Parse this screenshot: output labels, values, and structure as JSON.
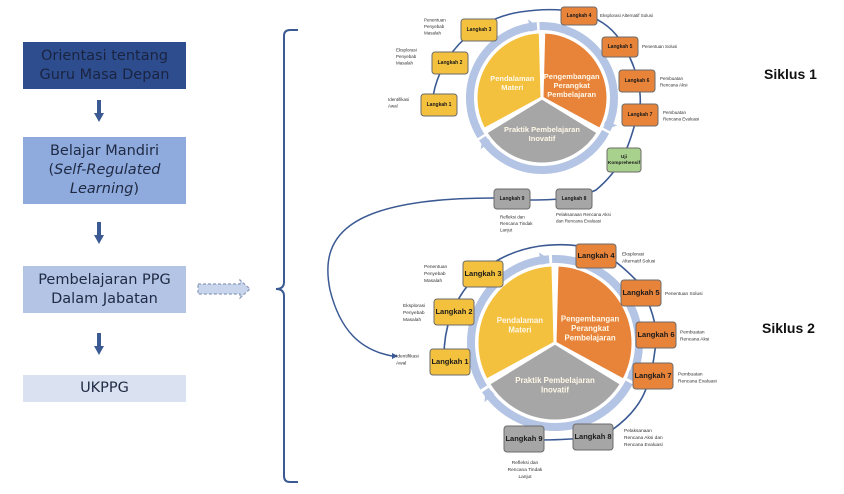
{
  "flow": {
    "step1": "Orientasi tentang\nGuru Masa Depan",
    "step2_line1": "Belajar Mandiri",
    "step2_paren_open": "(",
    "step2_italic": "Self-Regulated\nLearning",
    "step2_paren_close": ")",
    "step3": "Pembelajaran PPG\nDalam Jabatan",
    "step4": "UKPPG"
  },
  "colors": {
    "dark_blue": "#2e4d8f",
    "mid_blue": "#8faadc",
    "light_blue": "#b4c4e4",
    "pale_blue": "#dae2f1",
    "yellow": "#f4c13e",
    "orange": "#e8833a",
    "gray": "#a6a6a6",
    "green": "#a9d18e",
    "ring": "#b4c4e4",
    "line": "#3b5a94"
  },
  "cycles": [
    {
      "label": "Siklus 1",
      "segments": [
        {
          "name": "Pendalaman\nMateri"
        },
        {
          "name": "Pengembangan\nPerangkat\nPembelajaran"
        },
        {
          "name": "Praktik Pembelajaran\nInovatif"
        }
      ],
      "steps": [
        {
          "label": "Langkah 1",
          "desc": "Identifikasi\nAwal"
        },
        {
          "label": "Langkah 2",
          "desc": "Eksplorasi\nPenyebab\nMasalah"
        },
        {
          "label": "Langkah 3",
          "desc": "Penentuan\nPenyebab\nMasalah"
        },
        {
          "label": "Langkah 4",
          "desc": "Eksplorasi Alternatif Solusi"
        },
        {
          "label": "Langkah 5",
          "desc": "Penentuan Solusi"
        },
        {
          "label": "Langkah 6",
          "desc": "Pembuatan\nRencana Aksi"
        },
        {
          "label": "Langkah 7",
          "desc": "Pembuatan\nRencana Evaluasi"
        },
        {
          "label": "Uji\nKomprehensif",
          "desc": ""
        },
        {
          "label": "Langkah 8",
          "desc": "Pelaksanaan Rencana Aksi\ndan Rencana Evaluasi"
        },
        {
          "label": "Langkah 9",
          "desc": "Refleksi dan\nRencana Tindak\nLanjut"
        }
      ]
    },
    {
      "label": "Siklus 2",
      "segments": [
        {
          "name": "Pendalaman\nMateri"
        },
        {
          "name": "Pengembangan\nPerangkat\nPembelajaran"
        },
        {
          "name": "Praktik Pembelajaran\nInovatif"
        }
      ],
      "steps": [
        {
          "label": "Langkah 1",
          "desc": "Identifikasi\nAwal"
        },
        {
          "label": "Langkah 2",
          "desc": "Eksplorasi\nPenyebab\nMasalah"
        },
        {
          "label": "Langkah 3",
          "desc": "Penentuan\nPenyebab\nMasalah"
        },
        {
          "label": "Langkah 4",
          "desc": "Eksplorasi\nAlternatif Solusi"
        },
        {
          "label": "Langkah 5",
          "desc": "Penentuan Solusi"
        },
        {
          "label": "Langkah 6",
          "desc": "Pembuatan\nRencana Aksi"
        },
        {
          "label": "Langkah 7",
          "desc": "Pembuatan\nRencana Evaluasi"
        },
        {
          "label": "Langkah 8",
          "desc": "Pelaksanaan\nRencana Aksi dan\nRencana Evaluasi"
        },
        {
          "label": "Langkah 9",
          "desc": "Refleksi dan\nRencana Tindak\nLanjut"
        }
      ]
    }
  ]
}
